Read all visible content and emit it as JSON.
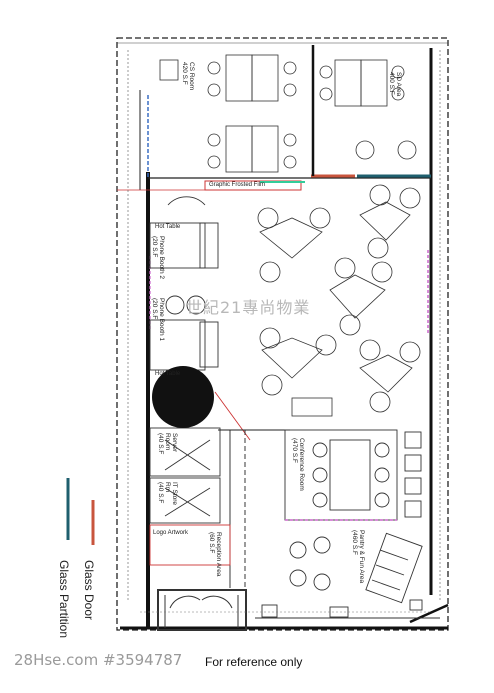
{
  "watermark": "世紀21專尚物業",
  "listing_id": "28Hse.com #3594787",
  "reference_note": "For reference only",
  "legend": {
    "glass_door": "Glass Door",
    "glass_partition": "Glass Partition",
    "glass_door_color": "#c8553d",
    "glass_partition_color": "#1f5f6e"
  },
  "rooms": {
    "cs_room": "CS Room\n420 S.F",
    "sd_area": "SD Area\n400 S.F",
    "graphic_film": "Graphic Frosted Film",
    "hot_table_1": "Hot Table",
    "hot_table_2": "Hot Table",
    "phone_booth_2": "Phone Booth 2\n(20 S.F",
    "phone_booth_1": "Phone Booth 1\n(20 S.F",
    "server_room": "Server\nRoom\n(40 S.F",
    "it_store": "IT Store\nRm\n(40 S.F",
    "conference_room": "Conference Room\n(470 S.F",
    "pantry": "Pantry & Fun Area\n(460 S.F",
    "reception": "Reception Area\n(60 S.F",
    "logo_artwork": "Logo Artwork"
  }
}
